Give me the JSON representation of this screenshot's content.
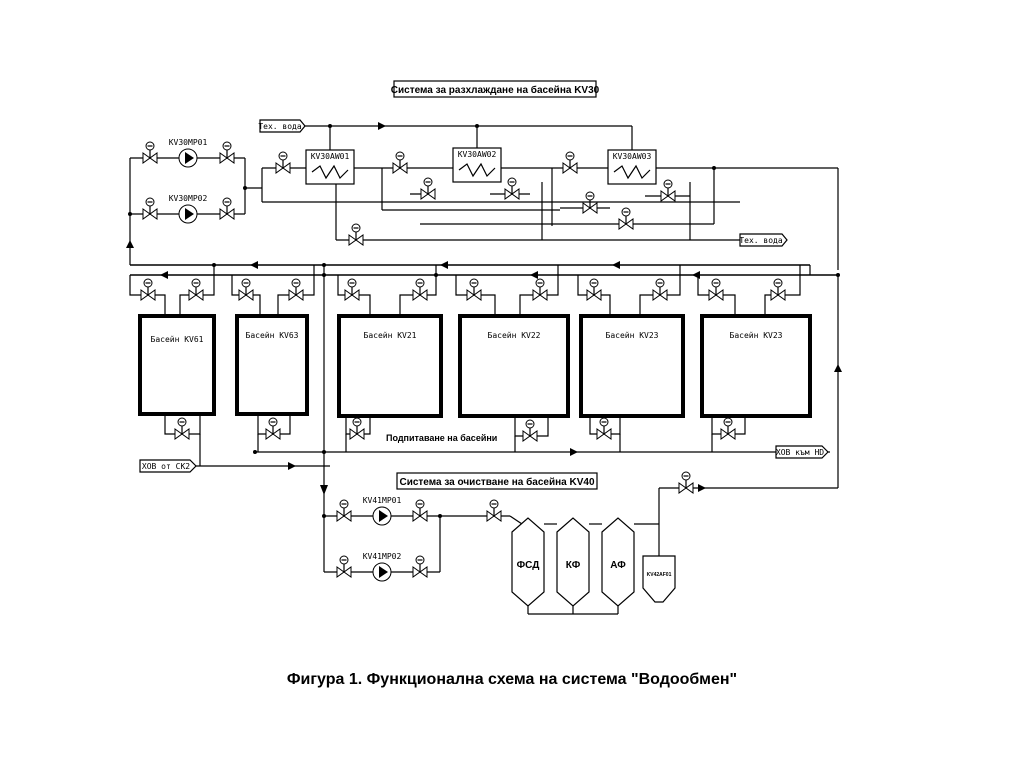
{
  "caption": "Фигура 1. Функционална схема на система \"Водообмен\"",
  "cooling": {
    "title": "Система за разхлаждане на басейна KV30",
    "pumps": [
      "KV30MP01",
      "KV30MP02"
    ],
    "exchangers": [
      "KV30AW01",
      "KV30AW02",
      "KV30AW03"
    ],
    "tech_water_in": "Тех. вода",
    "tech_water_out": "Тех. вода"
  },
  "pools": [
    "Басейн KV61",
    "Басейн KV63",
    "Басейн KV21",
    "Басейн KV22",
    "Басейн KV23",
    "Басейн KV23"
  ],
  "makeup_label": "Подпитаване на басейни",
  "xov_from": "ХОВ от СК2",
  "xov_to": "ХОВ към HD",
  "purification": {
    "title": "Система за очистване на басейна KV40",
    "pumps": [
      "KV41MP01",
      "KV41MP02"
    ],
    "filters": [
      "ФСД",
      "КФ",
      "АФ"
    ],
    "trap": "KV42AF01"
  }
}
